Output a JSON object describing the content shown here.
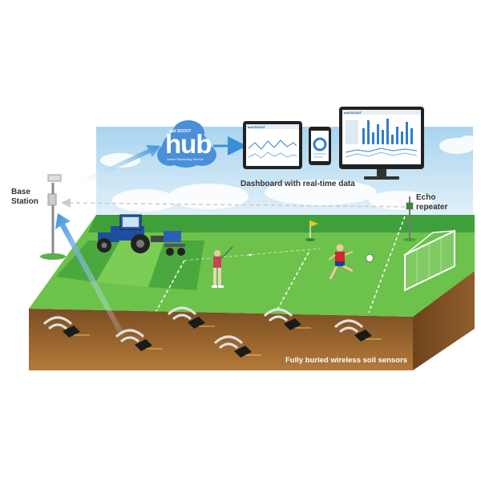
{
  "labels": {
    "base_station": "Base\nStation",
    "echo_repeater": "Echo\nrepeater",
    "dashboard": "Dashboard with real-time data",
    "sensors": "Fully buried wireless soil sensors"
  },
  "hub": {
    "title": "hub",
    "brand": "soil SCOUT",
    "subtitle": "Online Monitoring Service"
  },
  "screens": {
    "tablet_brand": "soil SCOUT",
    "monitor_brand": "soil SCOUT"
  },
  "colors": {
    "sky": "#cfe6f3",
    "grass_light": "#6cc24a",
    "grass_dark": "#3a9a3a",
    "soil": "#8a5a2b",
    "accent_blue": "#2f7fd0",
    "hub_cloud": "#4a90d9"
  }
}
